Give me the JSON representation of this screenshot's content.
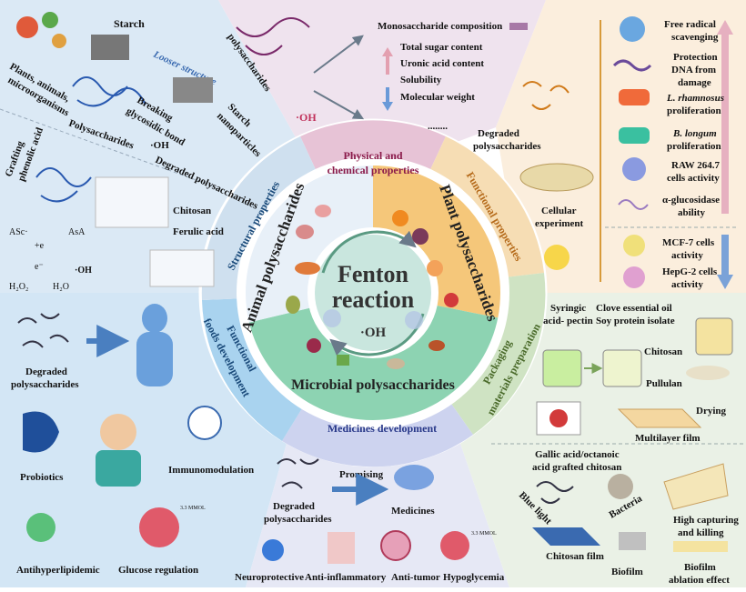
{
  "center": {
    "title_line1": "Fenton",
    "title_line2": "reaction",
    "radical": "·OH"
  },
  "inner_ring": {
    "animal": "Animal polysaccharides",
    "plant": "Plant polysaccharides",
    "microbial": "Microbial polysaccharides"
  },
  "outer_ring": {
    "physical": "Physical and",
    "physical2": "chemical properties",
    "functional": "Functional properties",
    "packaging": "Packaging",
    "packaging2": "materials preparation",
    "medicines": "Medicines development",
    "foods": "Functional",
    "foods2": "foods development",
    "structural": "Structural properties"
  },
  "structural_panel": {
    "sources": "Plants, animals,",
    "sources2": "microorganisms",
    "starch": "Starch",
    "looser": "Looser structure",
    "polysaccharides": "Polysaccharides",
    "breaking": "Breaking",
    "glycosidic": "glycosidic bond",
    "radical": "·OH",
    "starch_nano": "Starch",
    "starch_nano2": "nanoparticles",
    "degraded": "Degraded polysaccharides",
    "grafting": "Grafting",
    "phenolic": "phenolic acid",
    "chitosan": "Chitosan",
    "ferulic": "Ferulic acid",
    "asc_rad": "ASc·",
    "asa": "AsA",
    "plus_e": "+e",
    "minus_e": "e⁻",
    "oh": "·OH",
    "h2o2": "H₂O₂",
    "h2o": "H₂O"
  },
  "physchem_panel": {
    "polysaccharides": "polysaccharides",
    "radical": "·OH",
    "mono": "Monosaccharide composition",
    "total_sugar": "Total sugar content",
    "uronic": "Uronic acid content",
    "solubility": "Solubility",
    "mw": "Molecular weight",
    "dots": "........",
    "degraded": "Degraded",
    "degraded2": "polysaccharides"
  },
  "functional_panel": {
    "items": [
      "Free radical",
      "scavenging",
      "Protection",
      "DNA from",
      "damage",
      "L. rhamnosus",
      "proliferation",
      "B. longum",
      "proliferation",
      "RAW 264.7",
      "cells activity",
      "α-glucosidase",
      "ability",
      "MCF-7 cells",
      "activity",
      "HepG-2 cells",
      "activity"
    ],
    "cellular": "Cellular",
    "experiment": "experiment"
  },
  "foods_panel": {
    "degraded": "Degraded",
    "degraded2": "polysaccharides",
    "probiotics": "Probiotics",
    "immuno": "Immunomodulation",
    "antihyper": "Antihyperlipidemic",
    "glucose": "Glucose regulation",
    "mmol": "3.3 MMOL"
  },
  "medicine_panel": {
    "degraded": "Degraded",
    "degraded2": "polysaccharides",
    "promising": "Promising",
    "medicines": "Medicines",
    "neuro": "Neuroprotective",
    "inflam": "Anti-inflammatory",
    "tumor": "Anti-tumor",
    "hypo": "Hypoglycemia",
    "mmol": "3.3 MMOL"
  },
  "packaging_panel": {
    "syringic": "Syringic",
    "pectin": "acid- pectin",
    "clove": "Clove essential oil",
    "soy": "Soy protein isolate",
    "chitosan": "Chitosan",
    "pullulan": "Pullulan",
    "drying": "Drying",
    "multilayer": "Multilayer film",
    "gallic": "Gallic acid/octanoic",
    "grafted": "acid grafted chitosan",
    "blue": "Blue light",
    "bacteria": "Bacteria",
    "capturing": "High capturing",
    "killing": "and killing",
    "chitosan_film": "Chitosan film",
    "biofilm": "Biofilm",
    "ablation": "Biofilm",
    "ablation2": "ablation effect"
  },
  "colors": {
    "structural_bg": "#dbe9f5",
    "physchem_bg": "#efe3ee",
    "functional_bg": "#fbeedd",
    "foods_bg": "#d3e6f5",
    "medicine_bg": "#e6e8f5",
    "packaging_bg": "#eaf1e6",
    "animal": "#e8f0f8",
    "plant": "#f5c77a",
    "microbial": "#8dd3b2",
    "center": "#c9e6de"
  }
}
